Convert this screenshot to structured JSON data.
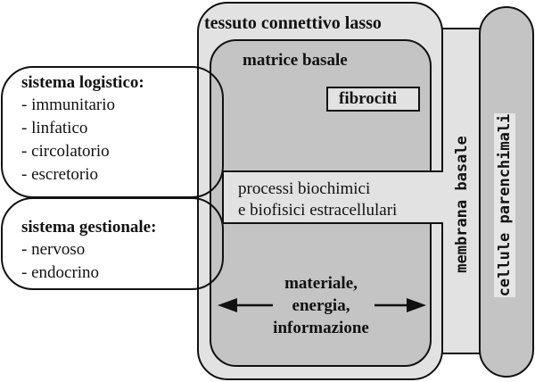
{
  "diagram": {
    "outer_box": {
      "label": "tessuto connettivo lasso"
    },
    "inner_box": {
      "label": "matrice basale"
    },
    "fibrocytes": {
      "label": "fibrociti"
    },
    "process_band": {
      "lines": [
        "processi biochimici",
        "e biofisici estracellulari"
      ]
    },
    "flow": {
      "lines": [
        "materiale,",
        "energia,",
        "informazione"
      ],
      "direction": "bidirectional"
    },
    "membrane": {
      "label": "membrana basale"
    },
    "cells": {
      "label": "cellule parenchimali"
    },
    "logistic_system": {
      "title": "sistema logistico:",
      "items": [
        "- immunitario",
        "- linfatico",
        "- circolatorio",
        "- escretorio"
      ]
    },
    "management_system": {
      "title": "sistema gestionale:",
      "items": [
        "- nervoso",
        "- endocrino"
      ]
    },
    "colors": {
      "light_fill": "#e2e2e2",
      "dark_fill": "#c4c4c4",
      "stroke": "#111111"
    }
  }
}
